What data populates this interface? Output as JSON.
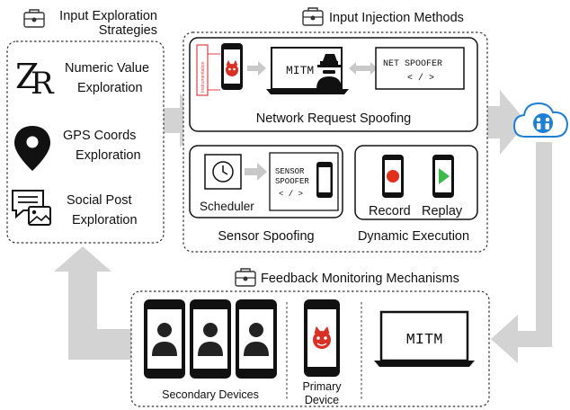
{
  "input_exploration": {
    "title_line1": "Input Exploration",
    "title_line2": "Strategies",
    "items": [
      {
        "line1": "Numeric Value",
        "line2": "Exploration",
        "icon": "zr-letters-icon"
      },
      {
        "line1": "GPS Coords",
        "line2": "Exploration",
        "icon": "map-pin-icon"
      },
      {
        "line1": "Social Post",
        "line2": "Exploration",
        "icon": "chat-image-icon"
      }
    ]
  },
  "input_injection": {
    "title": "Input Injection Methods",
    "network": {
      "label": "Network Request Spoofing",
      "mitm": "MITM",
      "spoofer_line1": "NET SPOOFER",
      "spoofer_line2": "< / >",
      "sidebar_text": "Instrumentation"
    },
    "sensor": {
      "label": "Sensor Spoofing",
      "scheduler": "Scheduler",
      "spoofer_line1": "SENSOR",
      "spoofer_line2": "SPOOFER",
      "spoofer_line3": "< / >"
    },
    "dynamic": {
      "label": "Dynamic Execution",
      "record": "Record",
      "replay": "Replay"
    }
  },
  "feedback": {
    "title": "Feedback Monitoring Mechanisms",
    "secondary": "Secondary Devices",
    "primary_line1": "Primary",
    "primary_line2": "Device",
    "mitm": "MITM"
  },
  "colors": {
    "arrow": "#d3d3d3",
    "record": "#e0301e",
    "replay": "#3dbb4a",
    "cloud": "#1e7fd6",
    "devil": "#d93025",
    "instrument": "#e04040"
  }
}
